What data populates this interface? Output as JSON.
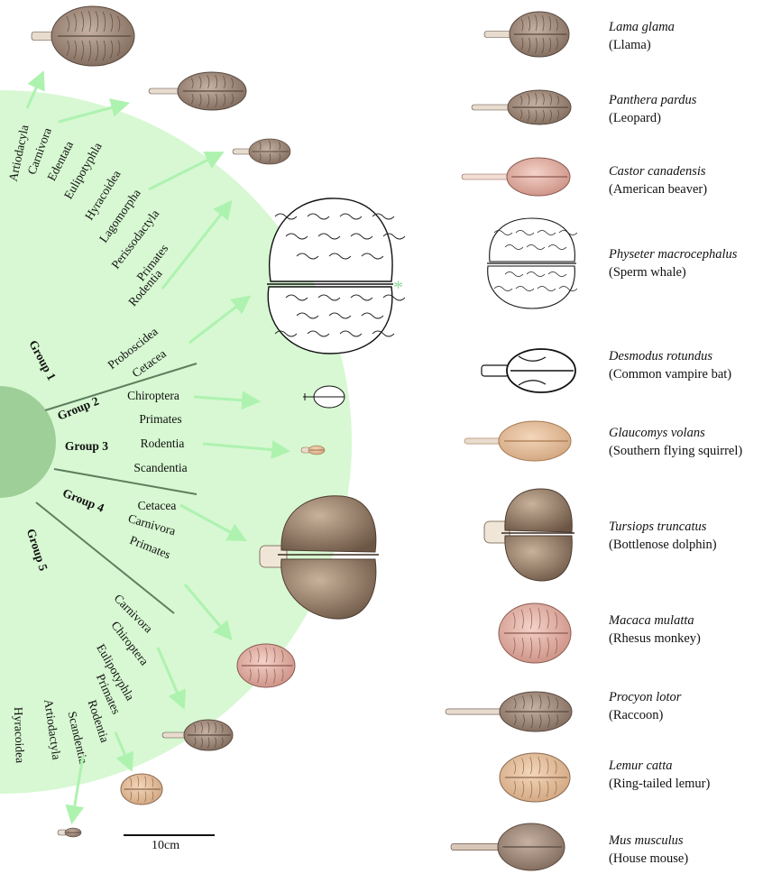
{
  "groups": [
    {
      "label": "Group 1",
      "orders": [
        "Artiodacyla",
        "Carnivora",
        "Edentata",
        "Eulipotyphla",
        "Hyracoidea",
        "Lagomorpha",
        "Perissodactyla",
        "Primates",
        "Rodentia"
      ]
    },
    {
      "label": "Group 2",
      "orders": [
        "Proboscidea",
        "Cetacea"
      ]
    },
    {
      "label": "Group 3",
      "orders": [
        "Chiroptera",
        "Primates",
        "Rodentia",
        "Scandentia"
      ]
    },
    {
      "label": "Group 4",
      "orders": [
        "Cetacea",
        "Carnivora",
        "Primates"
      ]
    },
    {
      "label": "Group 5",
      "orders": [
        "Carnivora",
        "Chiroptera",
        "Eulipotyphla",
        "Primates",
        "Rodentia",
        "Scandentia",
        "Artiodactyla",
        "Hyracoidea"
      ]
    }
  ],
  "species": [
    {
      "latin": "Lama glama",
      "common": "(Llama)"
    },
    {
      "latin": "Panthera pardus",
      "common": "(Leopard)"
    },
    {
      "latin": "Castor canadensis",
      "common": "(American beaver)"
    },
    {
      "latin": "Physeter macrocephalus",
      "common": "(Sperm whale)"
    },
    {
      "latin": "Desmodus rotundus",
      "common": "(Common vampire bat)"
    },
    {
      "latin": "Glaucomys volans",
      "common": "(Southern flying squirrel)"
    },
    {
      "latin": "Tursiops truncatus",
      "common": "(Bottlenose dolphin)"
    },
    {
      "latin": "Macaca mulatta",
      "common": "(Rhesus monkey)"
    },
    {
      "latin": "Procyon lotor",
      "common": "(Raccoon)"
    },
    {
      "latin": "Lemur catta",
      "common": "(Ring-tailed lemur)"
    },
    {
      "latin": "Mus musculus",
      "common": "(House mouse)"
    }
  ],
  "asterisk": "*",
  "scale_bar": {
    "label": "10cm"
  },
  "colors": {
    "fan": "#d7f8d2",
    "core": "#9fcf98",
    "arrow": "#aef2b0",
    "divider": "#5e7f5d",
    "brain_brown": "#9a8170",
    "brain_pink": "#e6b2a4",
    "brain_tan": "#e8c19f",
    "brain_dark": "#5a4a40"
  }
}
